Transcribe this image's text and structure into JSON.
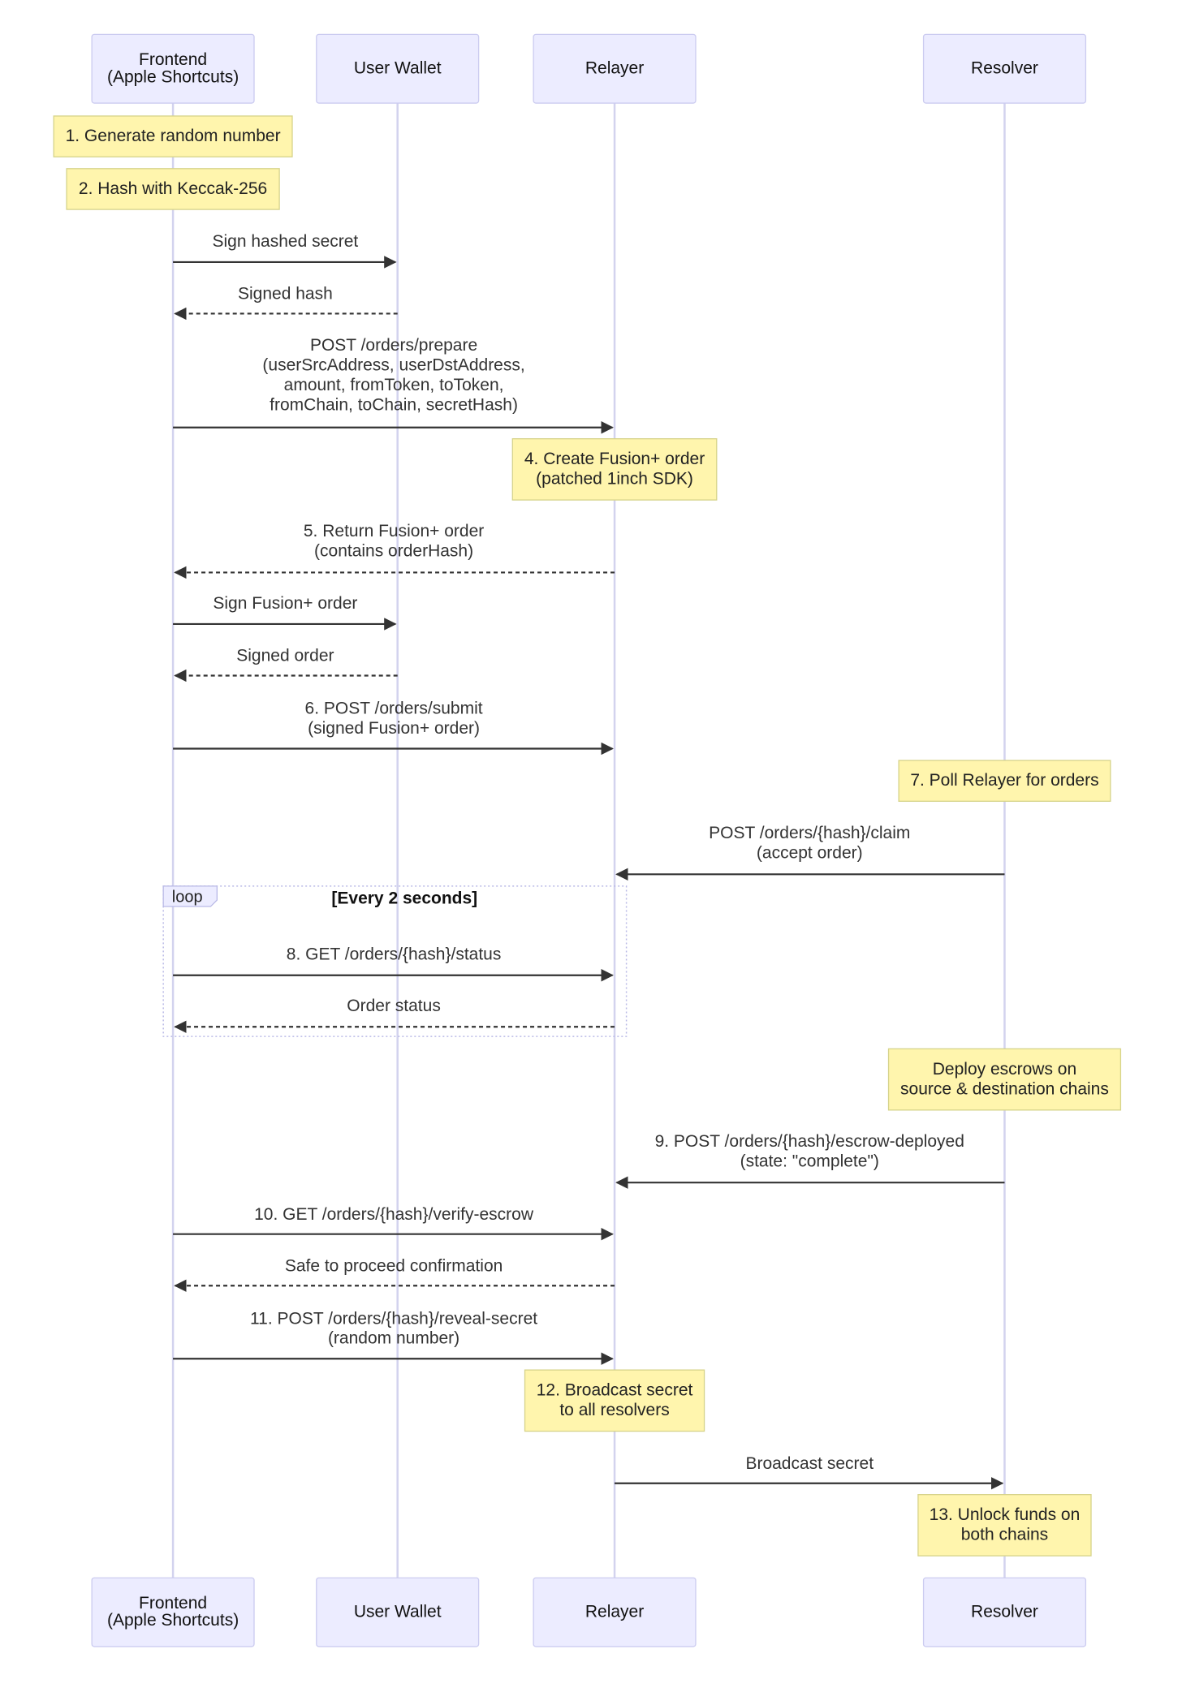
{
  "actors": [
    {
      "id": "frontend",
      "label": [
        "Frontend",
        "(Apple Shortcuts)"
      ]
    },
    {
      "id": "wallet",
      "label": [
        "User Wallet"
      ]
    },
    {
      "id": "relayer",
      "label": [
        "Relayer"
      ]
    },
    {
      "id": "resolver",
      "label": [
        "Resolver"
      ]
    }
  ],
  "steps": [
    {
      "kind": "note",
      "over": "frontend",
      "lines": [
        "1. Generate random number"
      ]
    },
    {
      "kind": "note",
      "over": "frontend",
      "lines": [
        "2. Hash with Keccak-256"
      ]
    },
    {
      "kind": "message",
      "from": "frontend",
      "to": "wallet",
      "style": "solid",
      "lines": [
        "Sign hashed secret"
      ]
    },
    {
      "kind": "message",
      "from": "wallet",
      "to": "frontend",
      "style": "dashed",
      "lines": [
        "Signed hash"
      ]
    },
    {
      "kind": "message",
      "from": "frontend",
      "to": "relayer",
      "style": "solid",
      "lines": [
        "POST /orders/prepare",
        "(userSrcAddress, userDstAddress,",
        "amount, fromToken, toToken,",
        "fromChain, toChain, secretHash)"
      ]
    },
    {
      "kind": "note",
      "over": "relayer",
      "lines": [
        "4. Create Fusion+ order",
        "(patched 1inch SDK)"
      ]
    },
    {
      "kind": "message",
      "from": "relayer",
      "to": "frontend",
      "style": "dashed",
      "lines": [
        "5. Return Fusion+ order",
        "(contains orderHash)"
      ]
    },
    {
      "kind": "message",
      "from": "frontend",
      "to": "wallet",
      "style": "solid",
      "lines": [
        "Sign Fusion+ order"
      ]
    },
    {
      "kind": "message",
      "from": "wallet",
      "to": "frontend",
      "style": "dashed",
      "lines": [
        "Signed order"
      ]
    },
    {
      "kind": "message",
      "from": "frontend",
      "to": "relayer",
      "style": "solid",
      "lines": [
        "6. POST /orders/submit",
        "(signed Fusion+ order)"
      ]
    },
    {
      "kind": "note",
      "over": "resolver",
      "lines": [
        "7. Poll Relayer for orders"
      ]
    },
    {
      "kind": "message",
      "from": "resolver",
      "to": "relayer",
      "style": "solid",
      "lines": [
        "POST /orders/{hash}/claim",
        "(accept order)"
      ]
    },
    {
      "kind": "message",
      "from": "frontend",
      "to": "relayer",
      "style": "solid",
      "lines": [
        "8. GET /orders/{hash}/status"
      ]
    },
    {
      "kind": "message",
      "from": "relayer",
      "to": "frontend",
      "style": "dashed",
      "lines": [
        "Order status"
      ]
    },
    {
      "kind": "note",
      "over": "resolver",
      "lines": [
        "Deploy escrows on",
        "source & destination chains"
      ]
    },
    {
      "kind": "message",
      "from": "resolver",
      "to": "relayer",
      "style": "solid",
      "lines": [
        "9. POST /orders/{hash}/escrow-deployed",
        "(state: \"complete\")"
      ]
    },
    {
      "kind": "message",
      "from": "frontend",
      "to": "relayer",
      "style": "solid",
      "lines": [
        "10. GET /orders/{hash}/verify-escrow"
      ]
    },
    {
      "kind": "message",
      "from": "relayer",
      "to": "frontend",
      "style": "dashed",
      "lines": [
        "Safe to proceed confirmation"
      ]
    },
    {
      "kind": "message",
      "from": "frontend",
      "to": "relayer",
      "style": "solid",
      "lines": [
        "11. POST /orders/{hash}/reveal-secret",
        "(random number)"
      ]
    },
    {
      "kind": "note",
      "over": "relayer",
      "lines": [
        "12. Broadcast secret",
        "to all resolvers"
      ]
    },
    {
      "kind": "message",
      "from": "relayer",
      "to": "resolver",
      "style": "solid",
      "lines": [
        "Broadcast secret"
      ]
    },
    {
      "kind": "note",
      "over": "resolver",
      "lines": [
        "13. Unlock funds on",
        "both chains"
      ]
    }
  ],
  "loop": {
    "label": "loop",
    "condition": "[Every 2 seconds]"
  },
  "colors": {
    "actor_fill": "#ECECFF",
    "actor_stroke": "#CBCBF0",
    "lifeline": "#D3D3EE",
    "note_fill": "#FFF5AD",
    "note_stroke": "#D6D38A",
    "arrow": "#333333"
  }
}
